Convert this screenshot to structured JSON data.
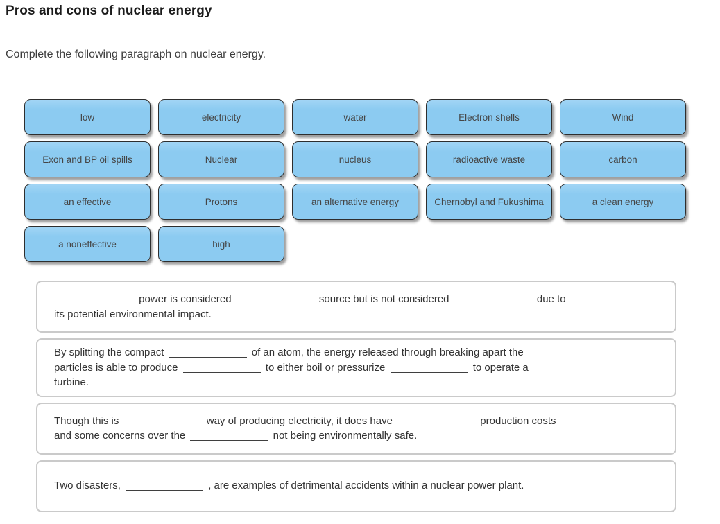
{
  "page": {
    "title": "Pros and cons of nuclear energy",
    "instruction": "Complete the following paragraph on nuclear energy."
  },
  "word_bank": {
    "tile_fill_color": "#8ccbf1",
    "tile_border_color": "#2e2e2e",
    "rows": [
      [
        "low",
        "electricity",
        "water",
        "Electron shells",
        "Wind"
      ],
      [
        "Exon and BP oil spills",
        "Nuclear",
        "nucleus",
        "radioactive waste",
        "carbon"
      ],
      [
        "an effective",
        "Protons",
        "an alternative energy",
        "Chernobyl and Fukushima",
        "a clean energy"
      ],
      [
        "a noneffective",
        "high"
      ]
    ]
  },
  "paragraphs": [
    {
      "segments": [
        {
          "t": "blank"
        },
        {
          "t": "text",
          "v": " power is considered "
        },
        {
          "t": "blank"
        },
        {
          "t": "text",
          "v": " source but is not considered "
        },
        {
          "t": "blank"
        },
        {
          "t": "text",
          "v": " due to"
        },
        {
          "t": "br"
        },
        {
          "t": "text",
          "v": "its potential environmental impact."
        }
      ]
    },
    {
      "segments": [
        {
          "t": "text",
          "v": "By splitting the compact "
        },
        {
          "t": "blank"
        },
        {
          "t": "text",
          "v": " of an atom, the energy released through breaking apart the"
        },
        {
          "t": "br"
        },
        {
          "t": "text",
          "v": "particles is able to produce "
        },
        {
          "t": "blank"
        },
        {
          "t": "text",
          "v": " to either boil or pressurize "
        },
        {
          "t": "blank"
        },
        {
          "t": "text",
          "v": " to operate a"
        },
        {
          "t": "br"
        },
        {
          "t": "text",
          "v": "turbine."
        }
      ]
    },
    {
      "segments": [
        {
          "t": "text",
          "v": "Though this is "
        },
        {
          "t": "blank"
        },
        {
          "t": "text",
          "v": " way of producing electricity, it does have "
        },
        {
          "t": "blank"
        },
        {
          "t": "text",
          "v": " production costs"
        },
        {
          "t": "br"
        },
        {
          "t": "text",
          "v": "and some concerns over the "
        },
        {
          "t": "blank"
        },
        {
          "t": "text",
          "v": " not being environmentally safe."
        }
      ]
    },
    {
      "segments": [
        {
          "t": "text",
          "v": "Two disasters, "
        },
        {
          "t": "blank"
        },
        {
          "t": "text",
          "v": " , are examples of detrimental accidents within a nuclear power plant."
        }
      ]
    }
  ]
}
